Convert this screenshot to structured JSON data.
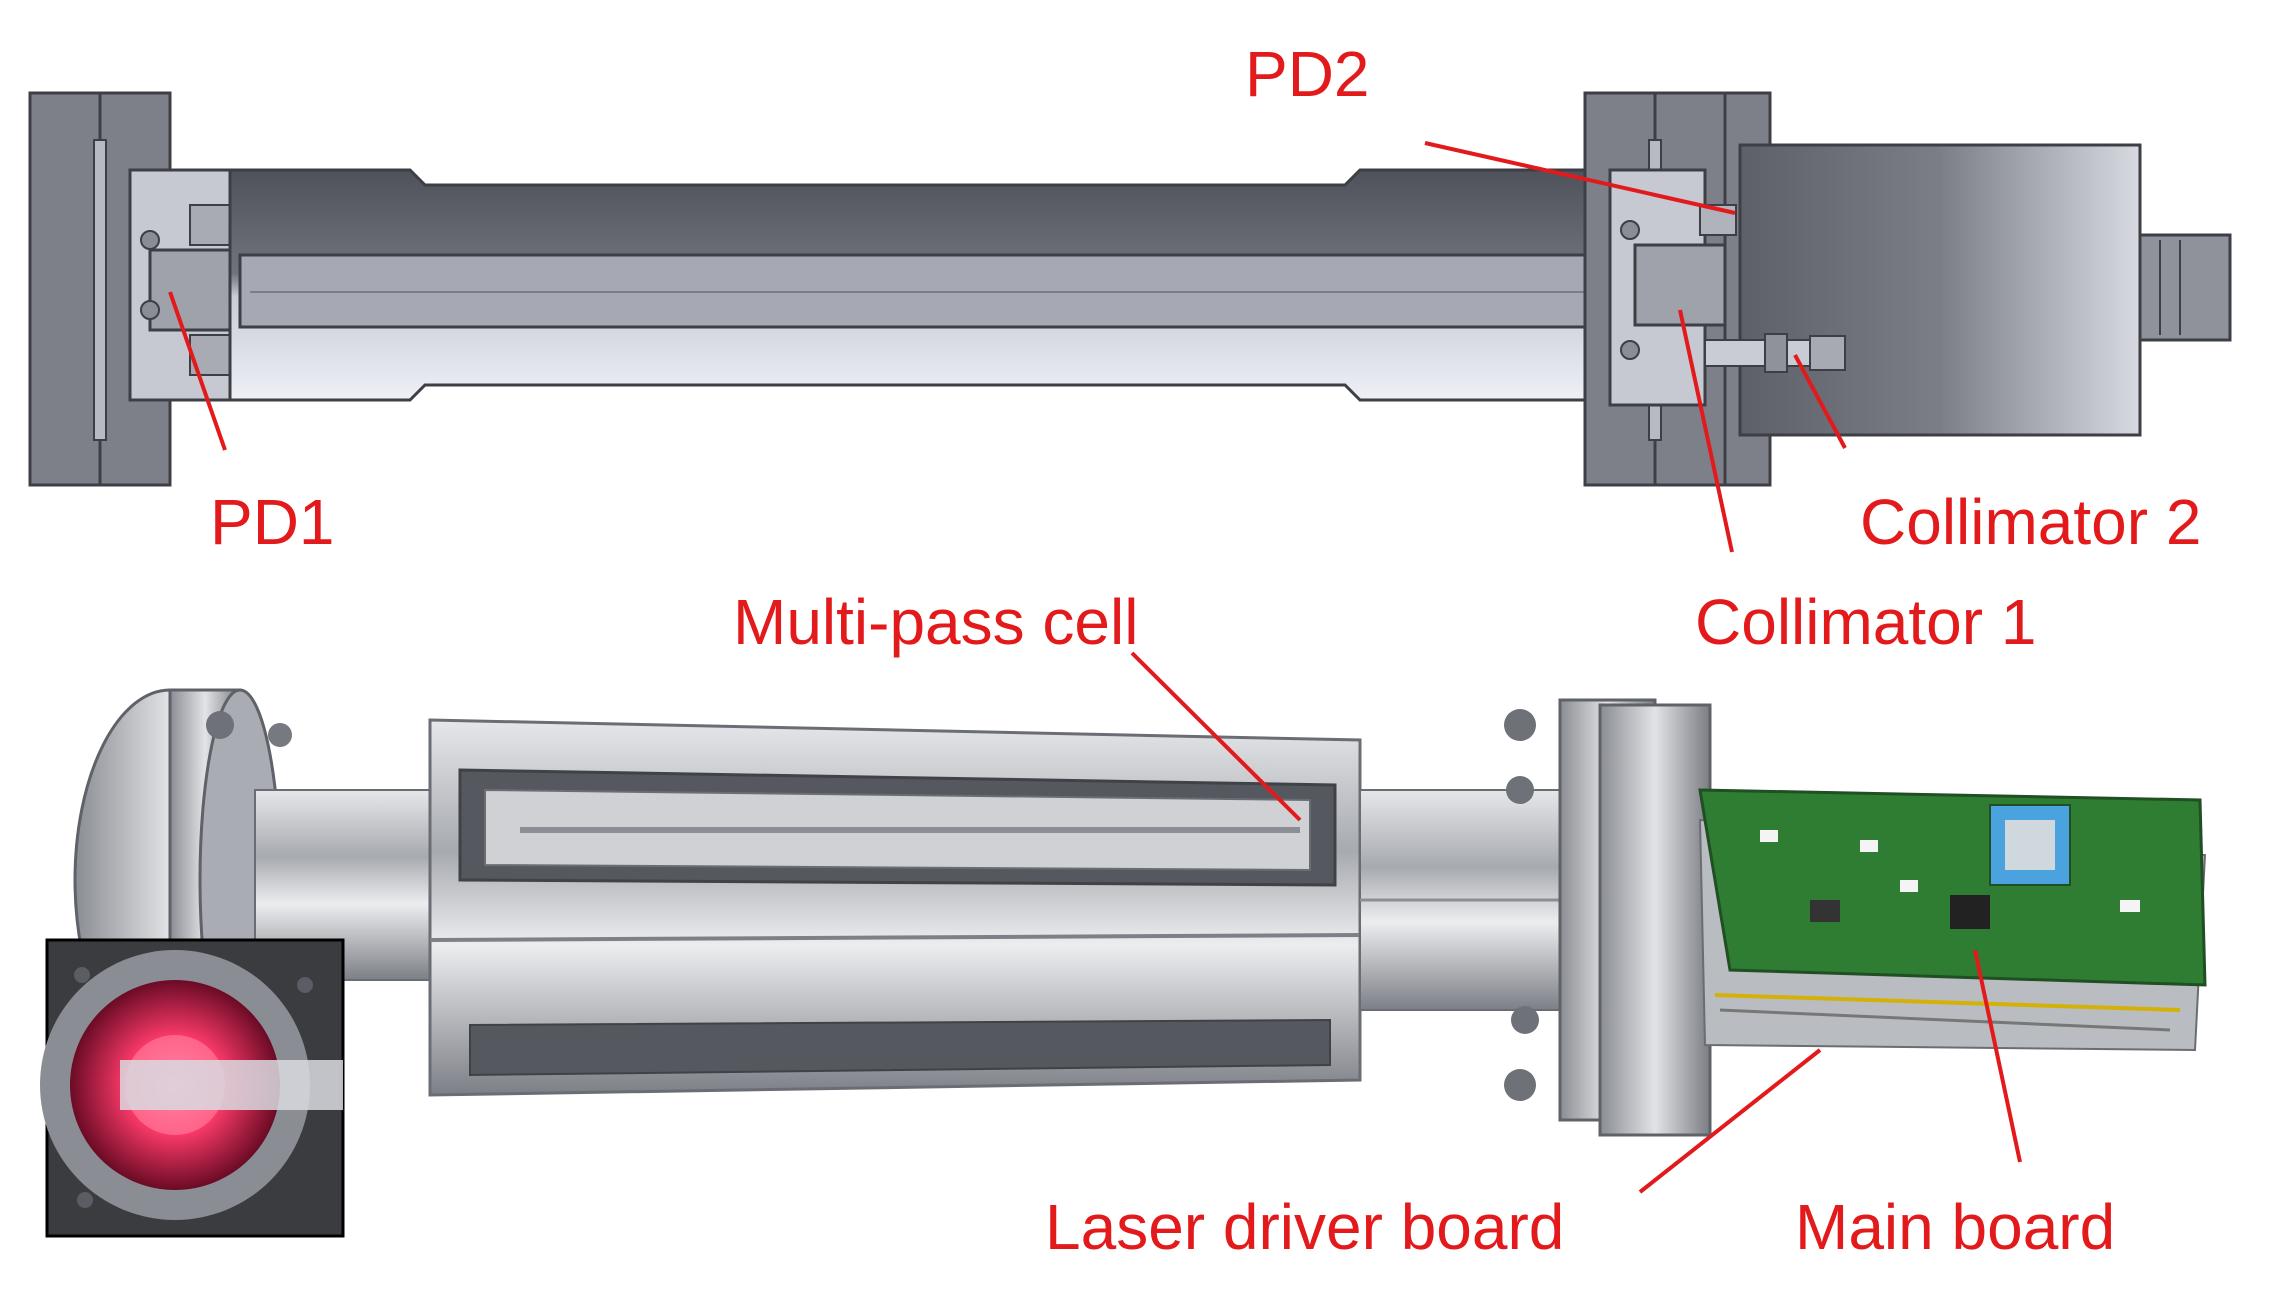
{
  "labels": {
    "pd2": "PD2",
    "pd1": "PD1",
    "collimator2": "Collimator 2",
    "collimator1": "Collimator 1",
    "multipass": "Multi-pass cell",
    "laser_driver": "Laser driver board",
    "main_board": "Main board"
  },
  "colors": {
    "label": "#e31a1c",
    "cad_dark": "#5a5d66",
    "cad_mid": "#8f929c",
    "cad_light": "#d4d6de",
    "steel": "#b9bcc1",
    "pcb": "#2e7d32",
    "laser_glow": "#ff3b6b"
  },
  "icons": {
    "cad": "cad-cross-section-icon",
    "photo": "instrument-photo-icon",
    "inset": "laser-glow-inset-icon"
  }
}
